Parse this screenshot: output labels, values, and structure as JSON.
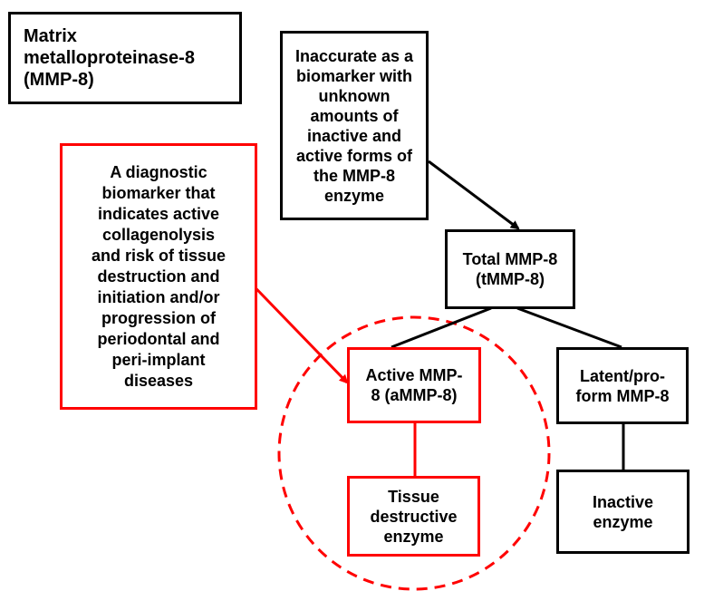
{
  "colors": {
    "black": "#000000",
    "red": "#ff0000",
    "background": "#ffffff"
  },
  "nodes": {
    "title": "Matrix\nmetalloproteinase-8\n(MMP-8)",
    "inaccurate": "Inaccurate as a\nbiomarker with\nunknown\namounts of\ninactive and\nactive forms of\nthe MMP-8\nenzyme",
    "diagnostic": "A diagnostic\nbiomarker that\nindicates active\ncollagenolysis\nand risk of tissue\ndestruction and\ninitiation and/or\nprogression of\nperiodontal and\nperi-implant\ndiseases",
    "total": "Total MMP-8\n(tMMP-8)",
    "active": "Active MMP-\n8 (aMMP-8)",
    "latent": "Latent/pro-\nform MMP-8",
    "tissue": "Tissue\ndestructive\nenzyme",
    "inactive": "Inactive\nenzyme"
  },
  "edges": [
    {
      "from": "inaccurate",
      "to": "total",
      "arrow": true,
      "color": "black"
    },
    {
      "from": "total",
      "to": "active",
      "arrow": false,
      "color": "black"
    },
    {
      "from": "total",
      "to": "latent",
      "arrow": false,
      "color": "black"
    },
    {
      "from": "diagnostic",
      "to": "active",
      "arrow": true,
      "color": "red"
    },
    {
      "from": "active",
      "to": "tissue",
      "arrow": false,
      "color": "red"
    },
    {
      "from": "latent",
      "to": "inactive",
      "arrow": false,
      "color": "black"
    }
  ],
  "highlight": {
    "style": "dashed-circle",
    "color": "red",
    "encloses": [
      "active",
      "tissue"
    ]
  }
}
